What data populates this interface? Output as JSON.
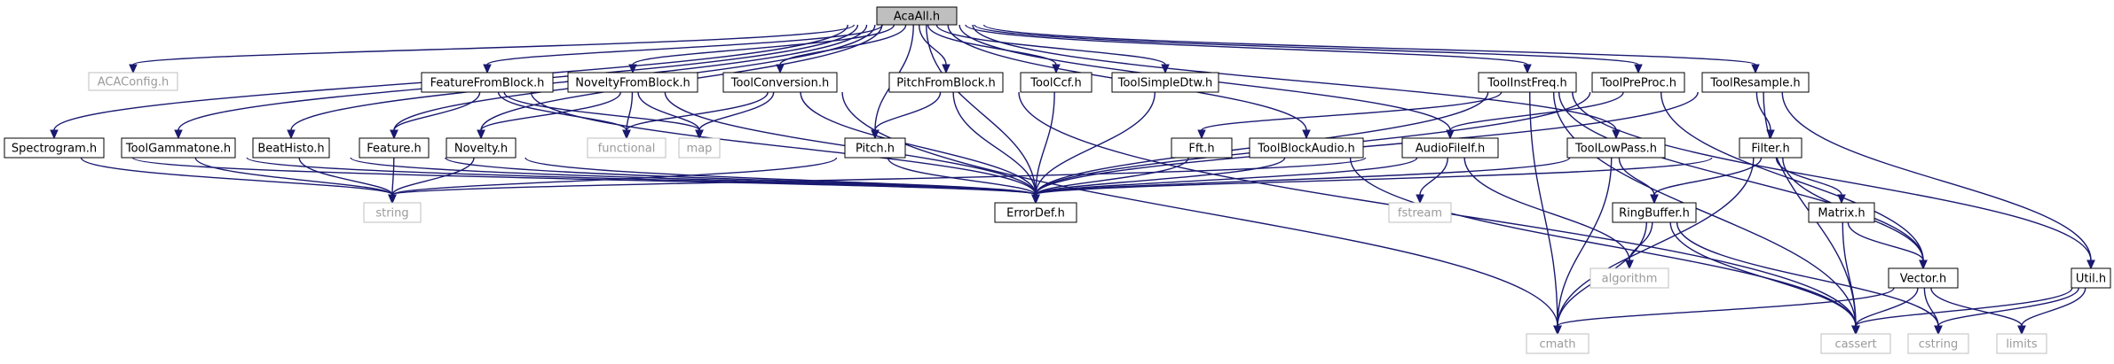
{
  "graph": {
    "root": "AcaAll.h",
    "colors": {
      "edge": "#191970",
      "root_fill": "#bfbfbf",
      "local_border": "#000000",
      "system_border": "#bfbfbf",
      "system_text": "#9a9a9a"
    },
    "nodes": [
      {
        "id": "acaall",
        "label": "AcaAll.h",
        "kind": "root"
      },
      {
        "id": "acaconfig",
        "label": "ACAConfig.h",
        "kind": "system"
      },
      {
        "id": "spectrogram",
        "label": "Spectrogram.h",
        "kind": "local"
      },
      {
        "id": "gammatone",
        "label": "ToolGammatone.h",
        "kind": "local"
      },
      {
        "id": "beathisto",
        "label": "BeatHisto.h",
        "kind": "local"
      },
      {
        "id": "feature",
        "label": "Feature.h",
        "kind": "local"
      },
      {
        "id": "ffb",
        "label": "FeatureFromBlock.h",
        "kind": "local"
      },
      {
        "id": "novelty",
        "label": "Novelty.h",
        "kind": "local"
      },
      {
        "id": "nfb",
        "label": "NoveltyFromBlock.h",
        "kind": "local"
      },
      {
        "id": "functional",
        "label": "functional",
        "kind": "system"
      },
      {
        "id": "map",
        "label": "map",
        "kind": "system"
      },
      {
        "id": "toolconv",
        "label": "ToolConversion.h",
        "kind": "local"
      },
      {
        "id": "pfb",
        "label": "PitchFromBlock.h",
        "kind": "local"
      },
      {
        "id": "pitch",
        "label": "Pitch.h",
        "kind": "local"
      },
      {
        "id": "toolccf",
        "label": "ToolCcf.h",
        "kind": "local"
      },
      {
        "id": "tooldtw",
        "label": "ToolSimpleDtw.h",
        "kind": "local"
      },
      {
        "id": "errordef",
        "label": "ErrorDef.h",
        "kind": "local"
      },
      {
        "id": "string",
        "label": "string",
        "kind": "system"
      },
      {
        "id": "toolblockaudio",
        "label": "ToolBlockAudio.h",
        "kind": "local"
      },
      {
        "id": "fft",
        "label": "Fft.h",
        "kind": "local"
      },
      {
        "id": "toolinstfreq",
        "label": "ToolInstFreq.h",
        "kind": "local"
      },
      {
        "id": "audiofileif",
        "label": "AudioFileIf.h",
        "kind": "local"
      },
      {
        "id": "fstream",
        "label": "fstream",
        "kind": "system"
      },
      {
        "id": "toolpreproc",
        "label": "ToolPreProc.h",
        "kind": "local"
      },
      {
        "id": "toollowpass",
        "label": "ToolLowPass.h",
        "kind": "local"
      },
      {
        "id": "ringbuffer",
        "label": "RingBuffer.h",
        "kind": "local"
      },
      {
        "id": "algorithm",
        "label": "algorithm",
        "kind": "system"
      },
      {
        "id": "cmath",
        "label": "cmath",
        "kind": "system"
      },
      {
        "id": "toolresample",
        "label": "ToolResample.h",
        "kind": "local"
      },
      {
        "id": "filter",
        "label": "Filter.h",
        "kind": "local"
      },
      {
        "id": "matrix",
        "label": "Matrix.h",
        "kind": "local"
      },
      {
        "id": "vector",
        "label": "Vector.h",
        "kind": "local"
      },
      {
        "id": "cassert",
        "label": "cassert",
        "kind": "system"
      },
      {
        "id": "cstring",
        "label": "cstring",
        "kind": "system"
      },
      {
        "id": "util",
        "label": "Util.h",
        "kind": "local"
      },
      {
        "id": "limits",
        "label": "limits",
        "kind": "system"
      }
    ],
    "edges": [
      [
        "acaall",
        "acaconfig"
      ],
      [
        "acaall",
        "spectrogram"
      ],
      [
        "acaall",
        "gammatone"
      ],
      [
        "acaall",
        "beathisto"
      ],
      [
        "acaall",
        "feature"
      ],
      [
        "acaall",
        "ffb"
      ],
      [
        "acaall",
        "novelty"
      ],
      [
        "acaall",
        "nfb"
      ],
      [
        "acaall",
        "toolconv"
      ],
      [
        "acaall",
        "pitch"
      ],
      [
        "acaall",
        "pfb"
      ],
      [
        "acaall",
        "toolccf"
      ],
      [
        "acaall",
        "tooldtw"
      ],
      [
        "acaall",
        "errordef"
      ],
      [
        "acaall",
        "toolblockaudio"
      ],
      [
        "acaall",
        "audiofileif"
      ],
      [
        "acaall",
        "toolinstfreq"
      ],
      [
        "acaall",
        "toolpreproc"
      ],
      [
        "acaall",
        "toolresample"
      ],
      [
        "acaall",
        "toollowpass"
      ],
      [
        "spectrogram",
        "string"
      ],
      [
        "spectrogram",
        "errordef"
      ],
      [
        "gammatone",
        "string"
      ],
      [
        "gammatone",
        "errordef"
      ],
      [
        "beathisto",
        "string"
      ],
      [
        "beathisto",
        "errordef"
      ],
      [
        "feature",
        "string"
      ],
      [
        "feature",
        "errordef"
      ],
      [
        "ffb",
        "feature"
      ],
      [
        "ffb",
        "functional"
      ],
      [
        "ffb",
        "map"
      ],
      [
        "ffb",
        "errordef"
      ],
      [
        "novelty",
        "string"
      ],
      [
        "novelty",
        "errordef"
      ],
      [
        "nfb",
        "novelty"
      ],
      [
        "nfb",
        "functional"
      ],
      [
        "nfb",
        "map"
      ],
      [
        "nfb",
        "errordef"
      ],
      [
        "toolconv",
        "functional"
      ],
      [
        "toolconv",
        "map"
      ],
      [
        "toolconv",
        "errordef"
      ],
      [
        "toolconv",
        "cmath"
      ],
      [
        "pfb",
        "pitch"
      ],
      [
        "pfb",
        "errordef"
      ],
      [
        "pfb",
        "cassert"
      ],
      [
        "pitch",
        "string"
      ],
      [
        "pitch",
        "errordef"
      ],
      [
        "toolccf",
        "errordef"
      ],
      [
        "tooldtw",
        "errordef"
      ],
      [
        "toolblockaudio",
        "errordef"
      ],
      [
        "toolblockaudio",
        "cassert"
      ],
      [
        "fft",
        "errordef"
      ],
      [
        "toolinstfreq",
        "fft"
      ],
      [
        "toolinstfreq",
        "errordef"
      ],
      [
        "toolinstfreq",
        "vector"
      ],
      [
        "toolinstfreq",
        "cmath"
      ],
      [
        "toolinstfreq",
        "cassert"
      ],
      [
        "toolinstfreq",
        "util"
      ],
      [
        "audiofileif",
        "fstream"
      ],
      [
        "audiofileif",
        "algorithm"
      ],
      [
        "audiofileif",
        "string"
      ],
      [
        "audiofileif",
        "errordef"
      ],
      [
        "toolpreproc",
        "audiofileif"
      ],
      [
        "toolpreproc",
        "errordef"
      ],
      [
        "toolpreproc",
        "vector"
      ],
      [
        "toollowpass",
        "ringbuffer"
      ],
      [
        "toollowpass",
        "errordef"
      ],
      [
        "toollowpass",
        "cmath"
      ],
      [
        "toolresample",
        "filter"
      ],
      [
        "toolresample",
        "errordef"
      ],
      [
        "toolresample",
        "util"
      ],
      [
        "toolresample",
        "cassert"
      ],
      [
        "filter",
        "ringbuffer"
      ],
      [
        "filter",
        "matrix"
      ],
      [
        "filter",
        "vector"
      ],
      [
        "filter",
        "errordef"
      ],
      [
        "filter",
        "cmath"
      ],
      [
        "ringbuffer",
        "algorithm"
      ],
      [
        "ringbuffer",
        "cmath"
      ],
      [
        "ringbuffer",
        "cassert"
      ],
      [
        "ringbuffer",
        "cstring"
      ],
      [
        "matrix",
        "vector"
      ],
      [
        "matrix",
        "cassert"
      ],
      [
        "vector",
        "cmath"
      ],
      [
        "vector",
        "cassert"
      ],
      [
        "vector",
        "cstring"
      ],
      [
        "vector",
        "limits"
      ],
      [
        "util",
        "cassert"
      ],
      [
        "util",
        "cstring"
      ],
      [
        "util",
        "limits"
      ]
    ]
  }
}
